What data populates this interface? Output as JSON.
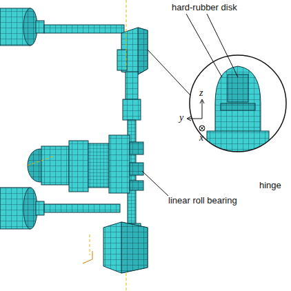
{
  "diagram": {
    "labels": [
      "hard-rubber disk",
      "z",
      "y",
      "x",
      "hinge",
      "linear roll bearing"
    ]
  }
}
